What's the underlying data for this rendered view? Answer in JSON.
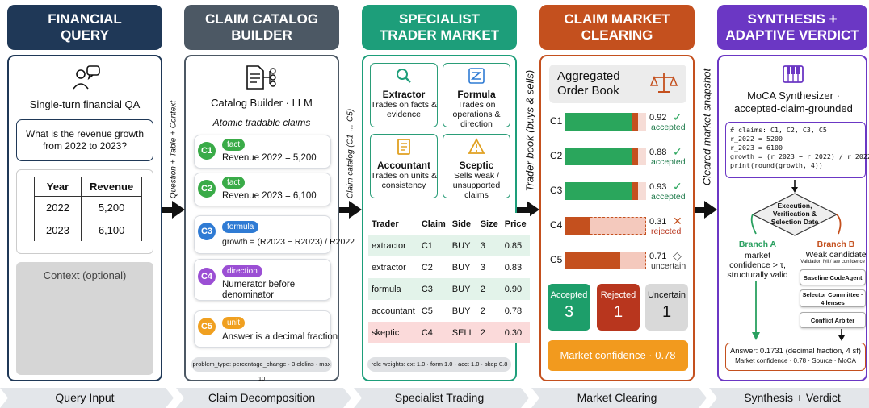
{
  "columns": [
    {
      "header": "FINANCIAL\nQUERY",
      "footer": "Query Input",
      "color": "#1f3857"
    },
    {
      "header": "CLAIM CATALOG\nBUILDER",
      "footer": "Claim Decomposition",
      "color": "#4c5864"
    },
    {
      "header": "SPECIALIST\nTRADER MARKET",
      "footer": "Specialist Trading",
      "color": "#1d9e7a"
    },
    {
      "header": "CLAIM MARKET\nCLEARING",
      "footer": "Market Clearing",
      "color": "#c4501e"
    },
    {
      "header": "SYNTHESIS +\nADAPTIVE VERDICT",
      "footer": "Synthesis + Verdict",
      "color": "#6b37c4"
    }
  ],
  "connectors": [
    "Question + Table + Context",
    "Claim catalog (C1 … C5)",
    "Trader book (buys & sells)",
    "Cleared market snapshot"
  ],
  "query": {
    "title": "Single-turn financial QA",
    "question": "What is the revenue growth from 2022 to 2023?",
    "table_headers": [
      "Year",
      "Revenue"
    ],
    "table_rows": [
      [
        "2022",
        "5,200"
      ],
      [
        "2023",
        "6,100"
      ]
    ],
    "context": "Context (optional)"
  },
  "catalog": {
    "title": "Catalog Builder · LLM",
    "subtitle": "Atomic tradable claims",
    "claims": [
      {
        "id": "C1",
        "tag": "fact",
        "text": "Revenue 2022 = 5,200",
        "color": "#3aab48"
      },
      {
        "id": "C2",
        "tag": "fact",
        "text": "Revenue 2023 = 6,100",
        "color": "#3aab48"
      },
      {
        "id": "C3",
        "tag": "formula",
        "text": "growth = (R2023 − R2023) / R2022",
        "color": "#2f7bd4"
      },
      {
        "id": "C4",
        "tag": "direction",
        "text": "Numerator before denominator",
        "color": "#9b4fd4"
      },
      {
        "id": "C5",
        "tag": "unit",
        "text": "Answer is a decimal fraction",
        "color": "#f0a020"
      }
    ],
    "footer": "problem_type: percentage_change · 3 elolins · max 10"
  },
  "market": {
    "specialists": [
      {
        "name": "Extractor",
        "desc": "Trades on facts & evidence",
        "icon": "search-icon"
      },
      {
        "name": "Formula",
        "desc": "Trades on operations & direction",
        "icon": "formula-icon"
      },
      {
        "name": "Accountant",
        "desc": "Trades on units & consistency",
        "icon": "ledger-icon"
      },
      {
        "name": "Sceptic",
        "desc": "Sells weak / unsupported claims",
        "icon": "warning-icon"
      }
    ],
    "trade_headers": [
      "Trader",
      "Claim",
      "Side",
      "Size",
      "Price"
    ],
    "trades": [
      [
        "extractor",
        "C1",
        "BUY",
        "3",
        "0.85"
      ],
      [
        "extractor",
        "C2",
        "BUY",
        "3",
        "0.83"
      ],
      [
        "formula",
        "C3",
        "BUY",
        "2",
        "0.90"
      ],
      [
        "accountant",
        "C5",
        "BUY",
        "2",
        "0.78"
      ],
      [
        "skeptic",
        "C4",
        "SELL",
        "2",
        "0.30"
      ]
    ],
    "footer": "role weights: ext 1.0 · form 1.0 · acct 1.0 · skep 0.8"
  },
  "clearing": {
    "title": "Aggregated Order Book",
    "rows": [
      {
        "claim": "C1",
        "value": "0.92",
        "status": "accepted",
        "mark": "✓",
        "level": 0.82
      },
      {
        "claim": "C2",
        "value": "0.88",
        "status": "accepted",
        "mark": "✓",
        "level": 0.82
      },
      {
        "claim": "C3",
        "value": "0.93",
        "status": "accepted",
        "mark": "✓",
        "level": 0.82
      },
      {
        "claim": "C4",
        "value": "0.31",
        "status": "rejected",
        "mark": "✕",
        "level": 0.3
      },
      {
        "claim": "C5",
        "value": "0.71",
        "status": "uncertain",
        "mark": "◇",
        "level": 0.68
      }
    ],
    "counts": [
      {
        "label": "Accepted",
        "value": "3",
        "color": "#1d9e6a"
      },
      {
        "label": "Rejected",
        "value": "1",
        "color": "#b8361e"
      },
      {
        "label": "Uncertain",
        "value": "1",
        "color": "#d9d9d9"
      }
    ],
    "confidence": "Market confidence · 0.78"
  },
  "synthesis": {
    "title": "MoCA Synthesizer · accepted-claim-grounded",
    "code": [
      "# claims: C1, C2, C3, C5",
      "r_2022 = 5200",
      "r_2023 = 6100",
      "growth = (r_2023 − r_2022) / r_2022",
      "print(round(growth, 4))"
    ],
    "decision": "Execution, Verification & Selection Date",
    "branch_a": {
      "title": "Branch A",
      "text": "market confidence > τ, structurally valid"
    },
    "branch_b": {
      "title": "Branch B",
      "text": "Weak candidate",
      "sub": "Validation fyll / law confidence"
    },
    "agents": [
      "Baseline CodeAgent",
      "Selector Committee · 4 lenses",
      "Conflict Arbiter"
    ],
    "answer": "Answer: 0.1731 (decimal fraction, 4 sf)",
    "answer_sub": "Market confidence · 0.78 · Source · MoCA"
  }
}
